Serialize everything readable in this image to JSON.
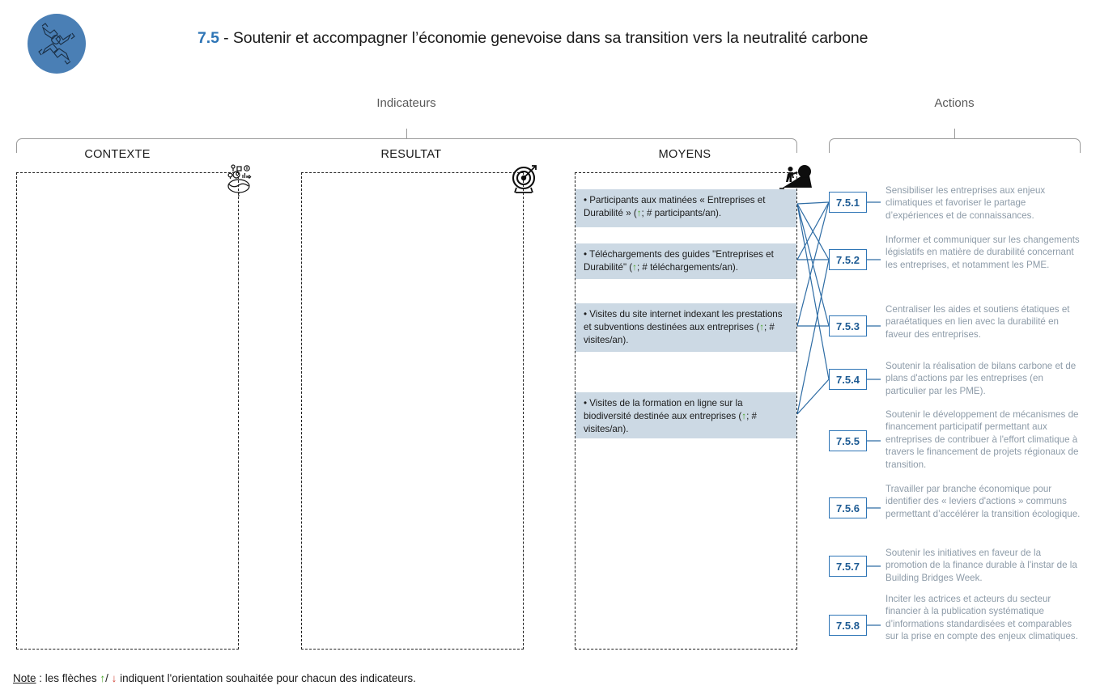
{
  "header": {
    "logo_icon": "hands-puzzle-circle-icon",
    "title_number": "7.5",
    "title_separator": " - ",
    "title_text": "Soutenir et accompagner l’économie genevoise dans sa transition vers la neutralité carbone",
    "accent_color": "#2e75b6"
  },
  "groups": {
    "indicateurs_label": "Indicateurs",
    "actions_label": "Actions"
  },
  "columns": [
    {
      "key": "contexte",
      "header": "CONTEXTE",
      "icon": "globe-context-icon"
    },
    {
      "key": "resultat",
      "header": "RESULTAT",
      "icon": "target-bullseye-icon"
    },
    {
      "key": "moyens",
      "header": "MOYENS",
      "icon": "person-pushing-boulder-icon"
    }
  ],
  "indicators": {
    "contexte": [],
    "resultat": [],
    "moyens": [
      {
        "id": "moyens-1",
        "bullet": "• ",
        "text_before": "Participants aux matinées « Entreprises et Durabilité » (",
        "arrow": "↑",
        "arrow_direction": "up",
        "text_after": "; # participants/an)."
      },
      {
        "id": "moyens-2",
        "bullet": "• ",
        "text_before": "Téléchargements des guides \"Entreprises et Durabilité\" (",
        "arrow": "↑",
        "arrow_direction": "up",
        "text_after": "; # téléchargements/an)."
      },
      {
        "id": "moyens-3",
        "bullet": "• ",
        "text_before": "Visites du site internet indexant les prestations et subventions destinées aux entreprises (",
        "arrow": "↑",
        "arrow_direction": "up",
        "text_after": "; # visites/an)."
      },
      {
        "id": "moyens-4",
        "bullet": "• ",
        "text_before": "Visites de la formation en ligne sur la biodiversité destinée aux entreprises (",
        "arrow": "↑",
        "arrow_direction": "up",
        "text_after": "; # visites/an)."
      }
    ]
  },
  "actions": [
    {
      "code": "7.5.1",
      "text": "Sensibiliser les entreprises aux enjeux climatiques et favoriser le partage d’expériences et de connaissances."
    },
    {
      "code": "7.5.2",
      "text": "Informer et communiquer sur les changements législatifs en matière de durabilité concernant les entreprises, et notamment les PME."
    },
    {
      "code": "7.5.3",
      "text": "Centraliser les aides et soutiens étatiques et paraétatiques en lien avec la durabilité en faveur des entreprises."
    },
    {
      "code": "7.5.4",
      "text": "Soutenir la réalisation de bilans carbone et de plans d'actions par les entreprises (en particulier par les PME)."
    },
    {
      "code": "7.5.5",
      "text": "Soutenir le développement de mécanismes de financement participatif permettant aux entreprises de contribuer à l'effort climatique à travers le financement de projets régionaux de transition."
    },
    {
      "code": "7.5.6",
      "text": "Travailler par branche économique pour identifier des « leviers d'actions » communs permettant d’accélérer la transition écologique."
    },
    {
      "code": "7.5.7",
      "text": "Soutenir les initiatives en faveur de la promotion de la finance durable à l'instar de la Building Bridges Week."
    },
    {
      "code": "7.5.8",
      "text": "Inciter les actrices et acteurs du secteur financier à la publication systématique d’informations standardisées et comparables sur la prise en compte des enjeux climatiques."
    }
  ],
  "footer": {
    "note_word": "Note",
    "part1": " : les flèches ",
    "arrow_up": "↑",
    "separator": "/ ",
    "arrow_down": "↓",
    "part2": " indiquent l'orientation souhaitée pour chacun des indicateurs."
  },
  "colors": {
    "indicator_bg": "#ccd9e4",
    "action_border": "#2e75b6",
    "action_text": "#8d9ba8",
    "arrow_up": "#4ea72e",
    "arrow_down": "#d03c2f",
    "logo_blue": "#4a7fb5"
  }
}
